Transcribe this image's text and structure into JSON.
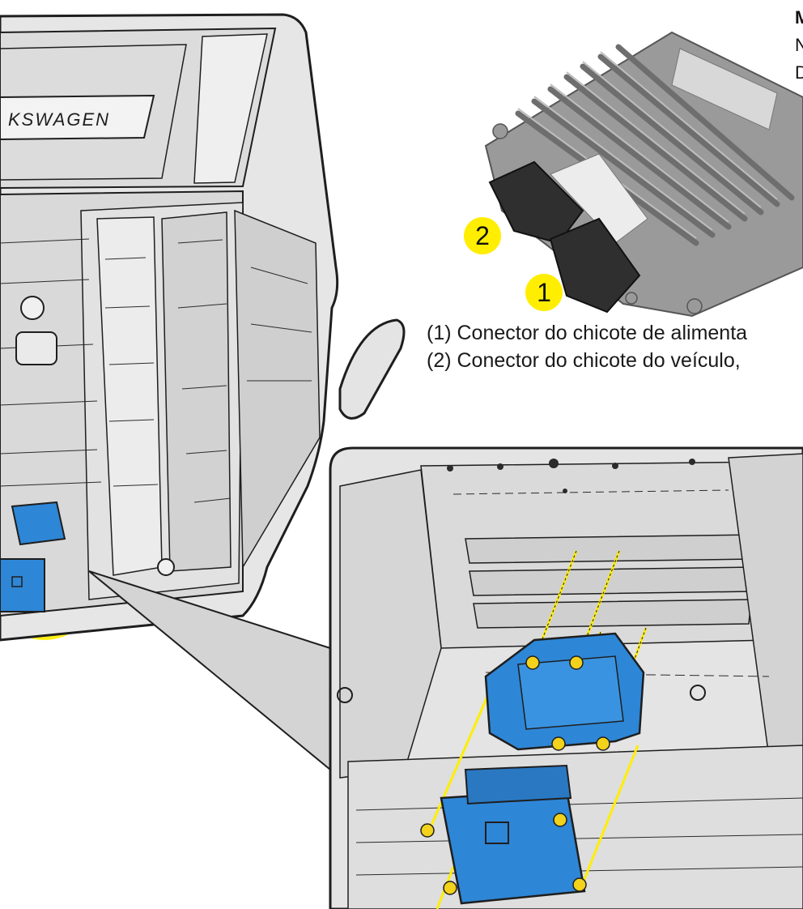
{
  "header_lines": [
    "M",
    "N",
    "D"
  ],
  "ecu_callouts": [
    "2",
    "1"
  ],
  "captions": [
    "(1) Conector do chicote de alimenta",
    "(2) Conector do chicote do veículo,"
  ],
  "truck_badge": "KSWAGEN",
  "colors": {
    "highlight_yellow": "#ffee00",
    "part_blue": "#2e86d6",
    "line_gray": "#2b2b2b",
    "panel_gray": "#dcdcdc"
  }
}
